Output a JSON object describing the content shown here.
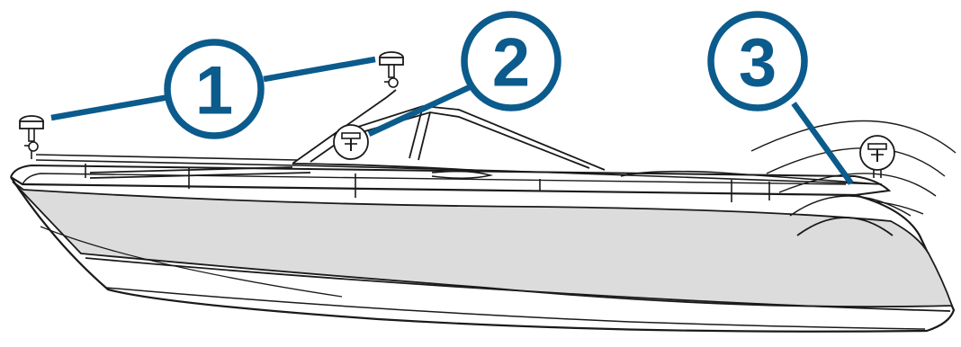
{
  "callouts": [
    {
      "number": "1"
    },
    {
      "number": "2"
    },
    {
      "number": "3"
    }
  ],
  "colors": {
    "callout": "#0b5b8c",
    "outline": "#1a1a1a",
    "hull_band": "#dcdcdc",
    "background": "#ffffff"
  },
  "icons": [
    "gps-antenna-icon",
    "gps-antenna-icon",
    "gps-antenna-icon",
    "gps-antenna-icon"
  ]
}
